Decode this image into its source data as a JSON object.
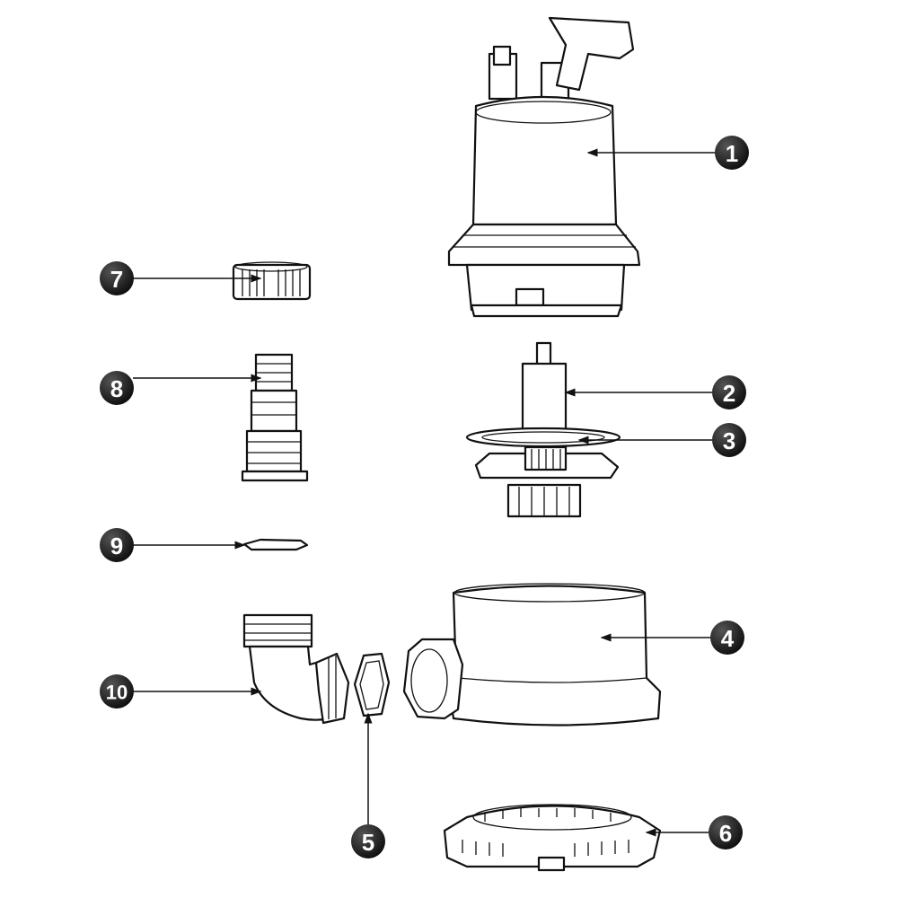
{
  "diagram": {
    "title": "Submersible pump exploded parts view",
    "callouts": [
      {
        "id": "1",
        "label": "1",
        "part": "motor-housing"
      },
      {
        "id": "2",
        "label": "2",
        "part": "shaft"
      },
      {
        "id": "3",
        "label": "3",
        "part": "seal-ring"
      },
      {
        "id": "4",
        "label": "4",
        "part": "pump-volute"
      },
      {
        "id": "5",
        "label": "5",
        "part": "gasket"
      },
      {
        "id": "6",
        "label": "6",
        "part": "intake-base"
      },
      {
        "id": "7",
        "label": "7",
        "part": "cap-nut"
      },
      {
        "id": "8",
        "label": "8",
        "part": "hose-adapter"
      },
      {
        "id": "9",
        "label": "9",
        "part": "washer"
      },
      {
        "id": "10",
        "label": "10",
        "part": "elbow-fitting"
      }
    ],
    "colors": {
      "callout_fill": "#1a1a1a",
      "line": "#111111"
    }
  }
}
